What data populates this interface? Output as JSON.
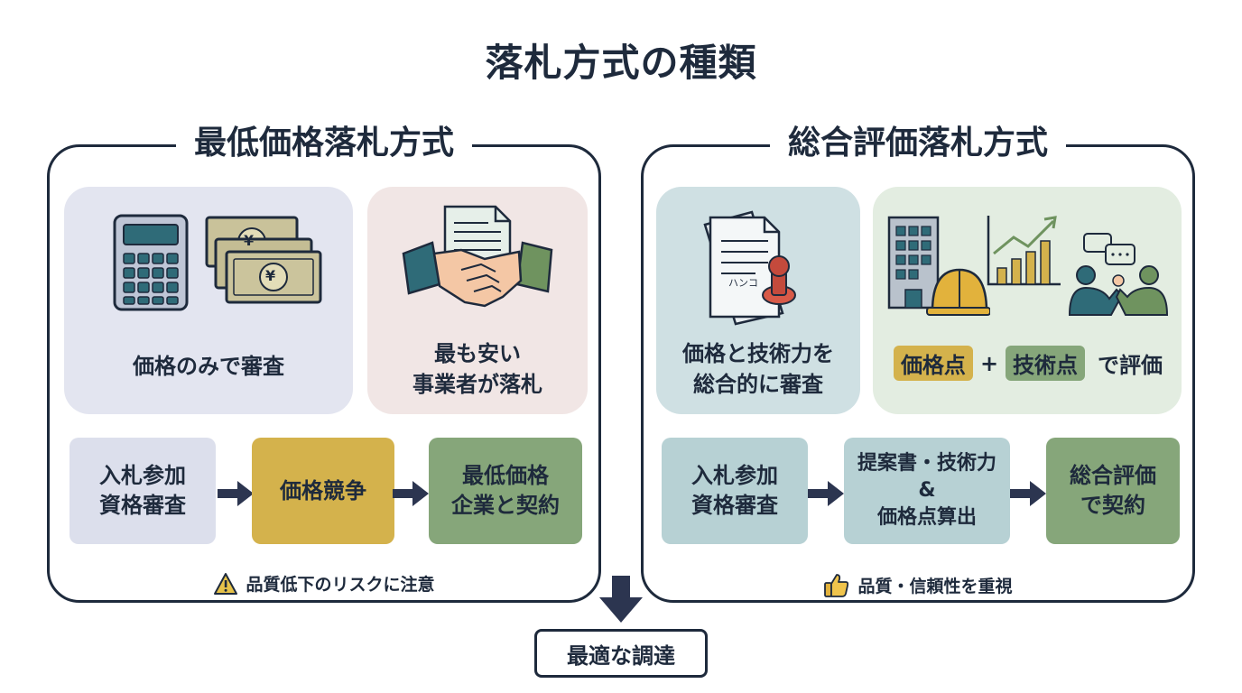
{
  "title": "落札方式の種類",
  "left": {
    "heading": "最低価格落札方式",
    "card1_text": "価格のみで審査",
    "card2_line1": "最も安い",
    "card2_line2": "事業者が落札",
    "flow1_line1": "入札参加",
    "flow1_line2": "資格審査",
    "flow2": "価格競争",
    "flow3_line1": "最低価格",
    "flow3_line2": "企業と契約",
    "note": "品質低下のリスクに注意",
    "yen_symbol": "¥"
  },
  "right": {
    "heading": "総合評価落札方式",
    "card1_line1": "価格と技術力を",
    "card1_line2": "総合的に審査",
    "hanko_label": "ハンコ",
    "chip_price": "価格点",
    "plus": "+",
    "chip_tech": "技術点",
    "eval_text": "で評価",
    "flow1_line1": "入札参加",
    "flow1_line2": "資格審査",
    "flow2_line1": "提案書・技術力",
    "flow2_line2": "&",
    "flow2_line3": "価格点算出",
    "flow3_line1": "総合評価",
    "flow3_line2": "で契約",
    "note": "品質・信頼性を重視"
  },
  "result": "最適な調達",
  "colors": {
    "navy": "#1e2a3c",
    "lavender": "#e3e5f0",
    "pink": "#f1e6e5",
    "blue_grey": "#cfe0e3",
    "mint": "#e3ede1",
    "gold": "#d4b24c",
    "green": "#86a67a",
    "teal": "#b7d1d4",
    "flow_lavender": "#dcdfec"
  },
  "icons": [
    "calculator-icon",
    "yen-banknote-icon",
    "handshake-document-icon",
    "document-stamp-icon",
    "building-helmet-icon",
    "growth-chart-icon",
    "discussion-people-icon",
    "warning-icon",
    "thumbs-up-icon",
    "down-arrow-icon"
  ]
}
